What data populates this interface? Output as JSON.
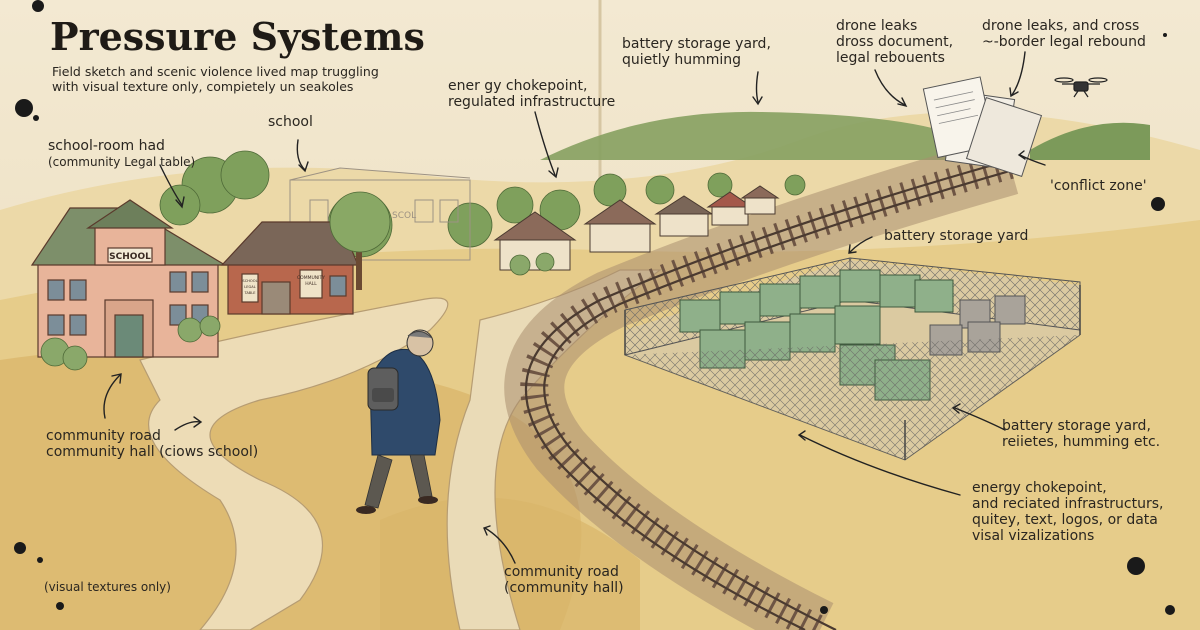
{
  "title": "Pressure Systems",
  "subtitle": [
    "Field sketch and scenic violence lived map truggling",
    "with visual texture only, compietely un seakoles"
  ],
  "labels": {
    "school_room": [
      "school-room had",
      "(community Legal table)"
    ],
    "school": "school",
    "energy_top": [
      "ener gy chokepoint,",
      "regulated infrastructure"
    ],
    "battery_top": [
      "battery storage yard,",
      "quietly humming"
    ],
    "drone1": [
      "drone leaks",
      "dross document,",
      "legal rebouents"
    ],
    "drone2": [
      "drone leaks, and cross",
      "~-border legal rebound"
    ],
    "conflict": "'conflict zone'",
    "battery_mid": "battery storage yard",
    "battery_low": [
      "battery storage yard,",
      "reiietes, humming etc."
    ],
    "energy_low": [
      "energy chokepoint,",
      "and reciated infrastructurs,",
      "quitey, text, logos, or data",
      "visal vizalizations"
    ],
    "community_left": [
      "community road",
      "community hall (ciows school)"
    ],
    "community_bottom": [
      "community road",
      "(community hall)"
    ],
    "visual_textures": "(visual textures only)"
  },
  "signs": {
    "school": "SCHOOL",
    "hall": [
      "COMMUNITY",
      "HALL"
    ],
    "notice": [
      "SCHOOL",
      "LEGAL",
      "TABLE"
    ],
    "ghost_school": "SCOL"
  },
  "colors": {
    "paper": "#efe3c8",
    "ink": "#2a2620",
    "grass": "#d9b56a",
    "tree": "#7fa05c",
    "brick": "#b8674d",
    "school_wall": "#e8b49a",
    "battery": "#8fb08a",
    "rail": "#5b4636"
  },
  "icons": [
    "drone-icon",
    "document-stack-icon",
    "backpack-icon"
  ]
}
